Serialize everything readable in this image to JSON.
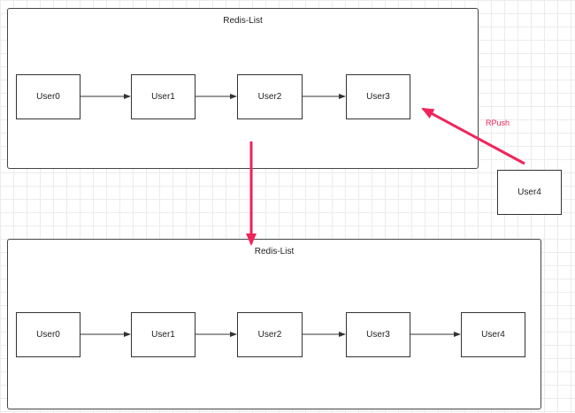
{
  "diagram": {
    "top_list": {
      "title": "Redis-List",
      "nodes": [
        "User0",
        "User1",
        "User2",
        "User3"
      ]
    },
    "bottom_list": {
      "title": "Redis-List",
      "nodes": [
        "User0",
        "User1",
        "User2",
        "User3",
        "User4"
      ]
    },
    "new_node": "User4",
    "push_label": "RPush",
    "colors": {
      "accent": "#f0245a",
      "stroke": "#333333"
    }
  }
}
